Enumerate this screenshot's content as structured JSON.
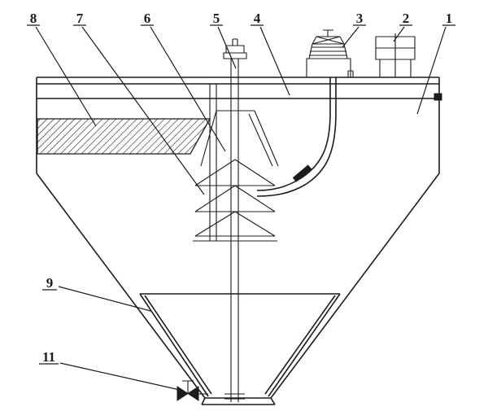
{
  "figure": {
    "ink_color": "#1c1c1c",
    "background_color": "#ffffff"
  },
  "callouts": {
    "c1": {
      "label": "1"
    },
    "c2": {
      "label": "2"
    },
    "c3": {
      "label": "3"
    },
    "c4": {
      "label": "4"
    },
    "c5": {
      "label": "5"
    },
    "c6": {
      "label": "6"
    },
    "c7": {
      "label": "7"
    },
    "c8": {
      "label": "8"
    },
    "c9": {
      "label": "9"
    },
    "c11": {
      "label": "11"
    }
  }
}
